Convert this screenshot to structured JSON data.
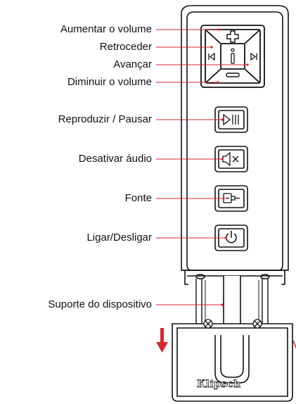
{
  "labels": {
    "volume_up": "Aumentar o volume",
    "previous": "Retroceder",
    "next": "Avançar",
    "volume_down": "Diminuir o volume",
    "play_pause": "Reproduzir / Pausar",
    "mute": "Desativar áudio",
    "source": "Fonte",
    "power": "Ligar/Desligar",
    "device_holder": "Suporte do dispositivo"
  },
  "brand": "Klipsch",
  "icons": [
    "plus-icon",
    "previous-icon",
    "info-icon",
    "next-icon",
    "minus-icon",
    "play-pause-icon",
    "mute-icon",
    "source-icon",
    "power-icon",
    "down-arrow-icon"
  ],
  "colors": {
    "leader_line": "#d9262c",
    "arrow": "#d9262c",
    "outline": "#111111"
  }
}
